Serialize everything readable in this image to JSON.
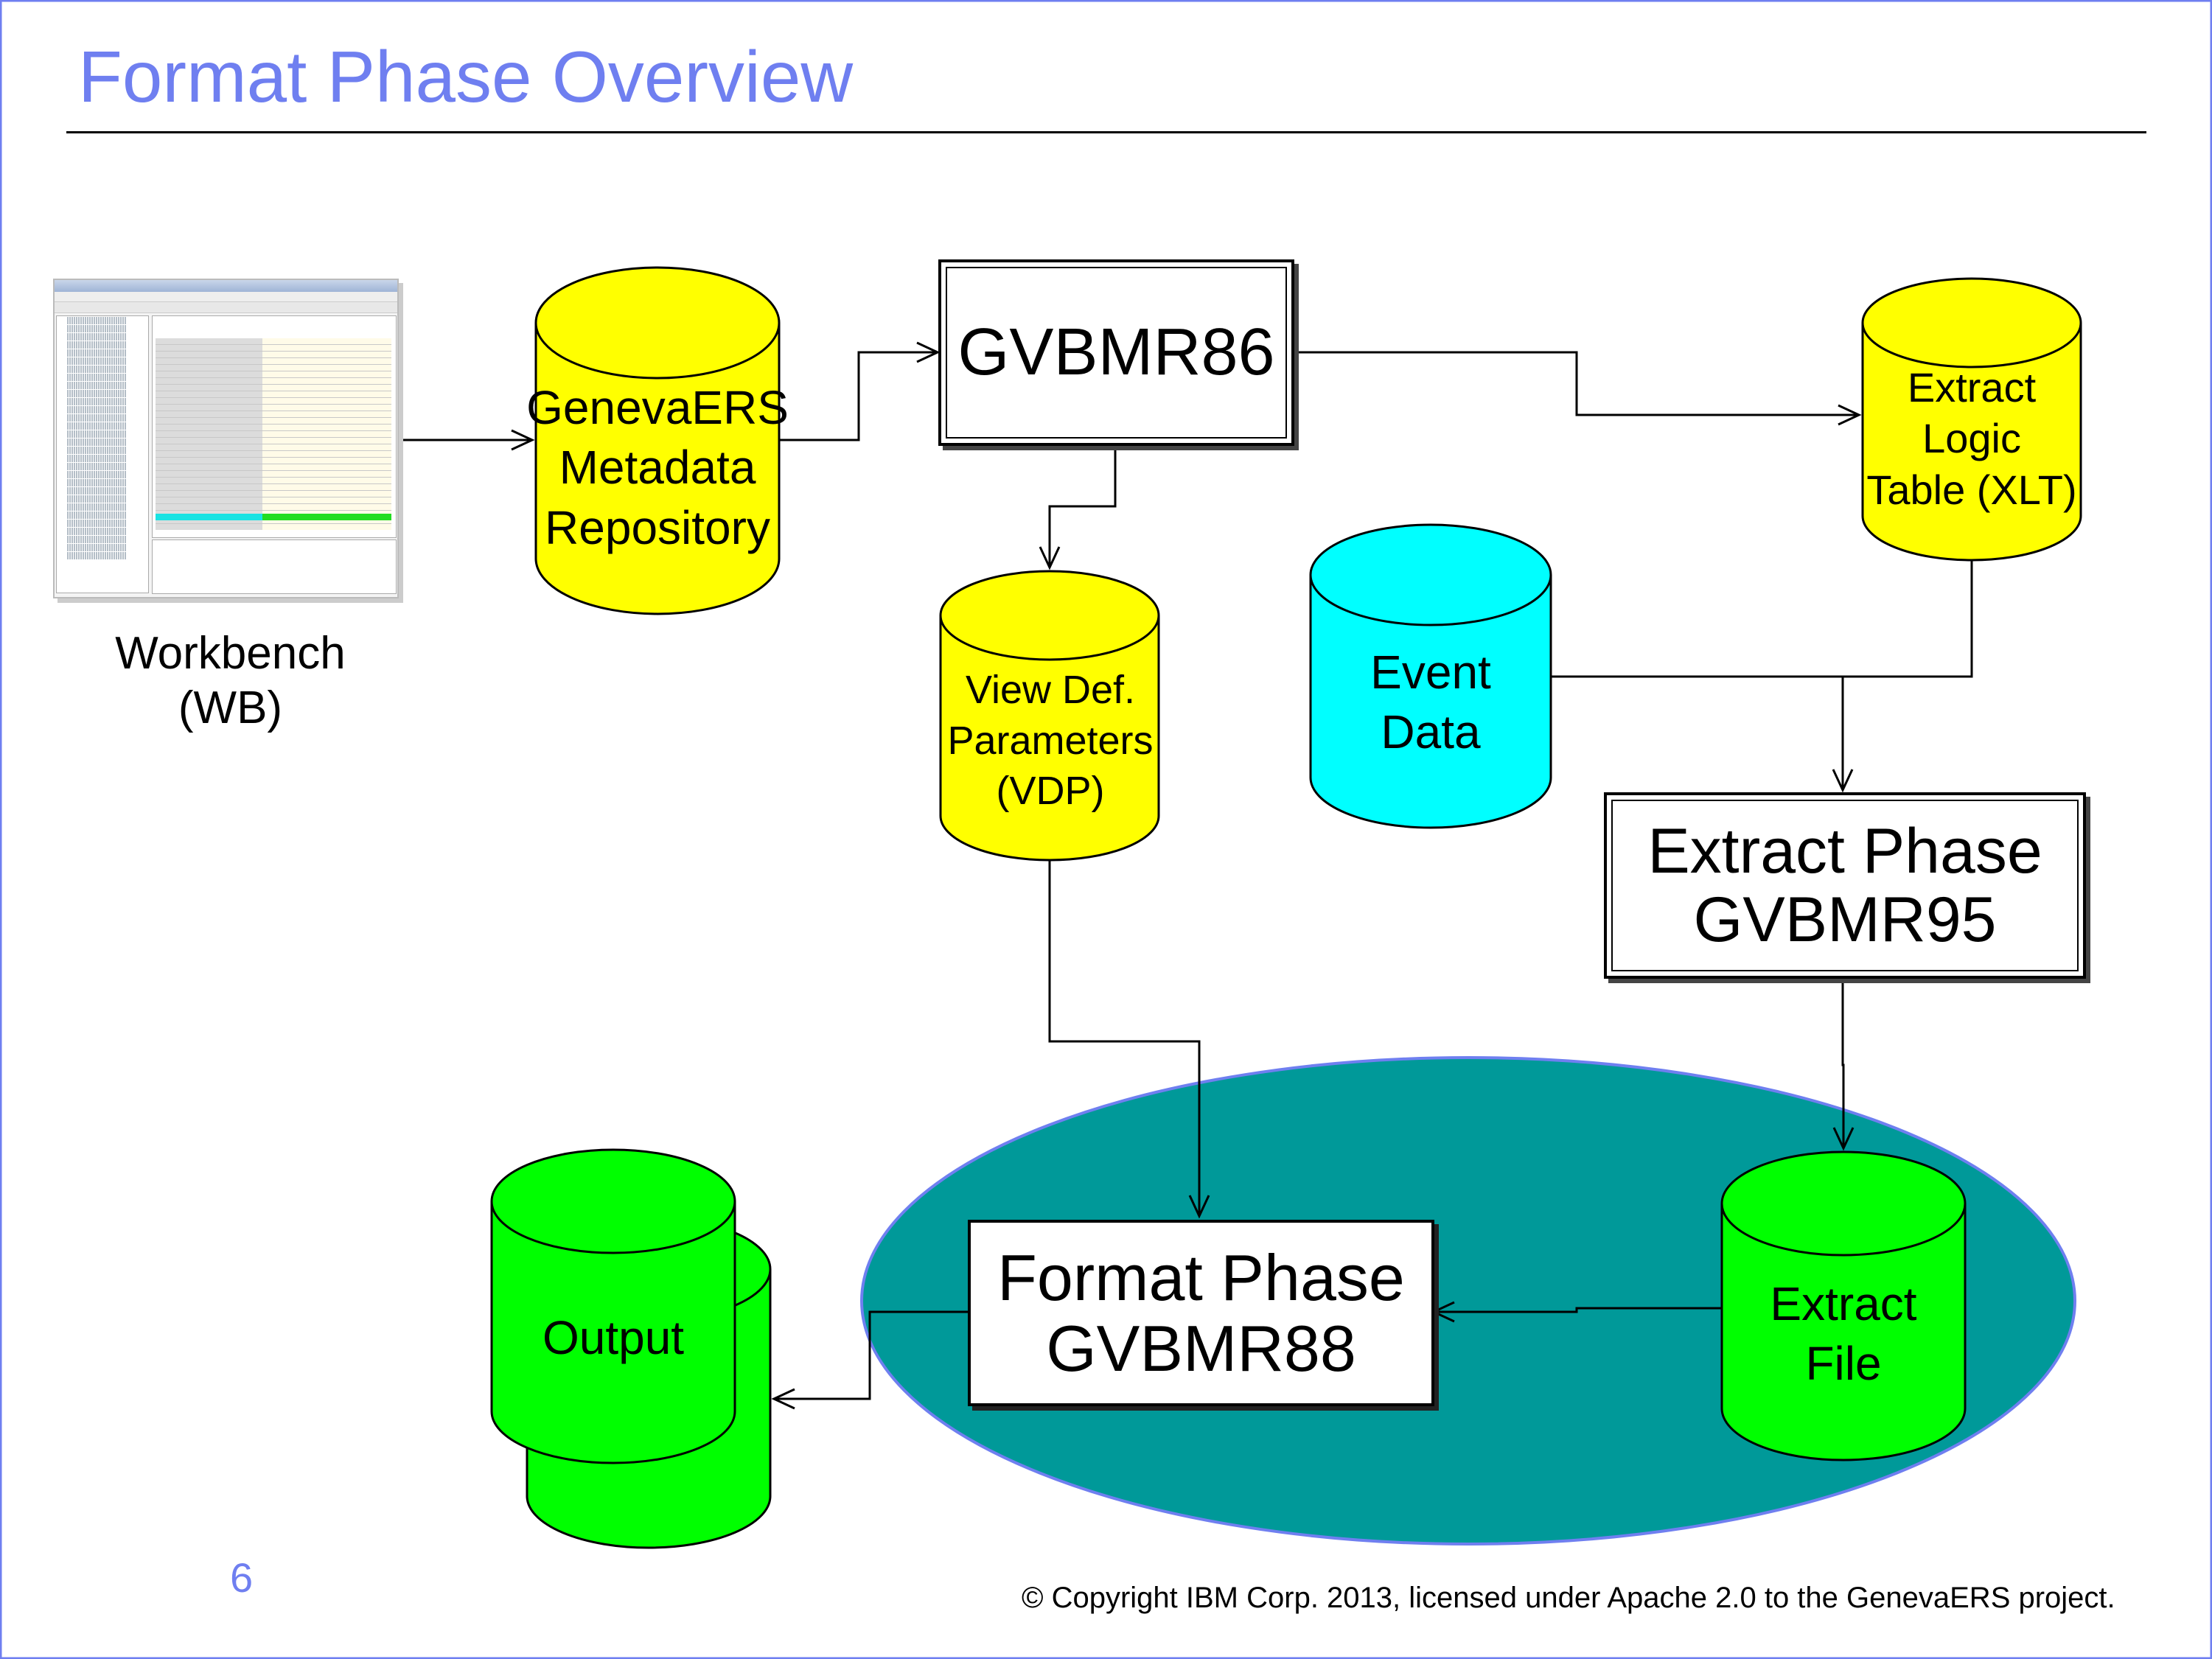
{
  "slide": {
    "title": "Format Phase Overview",
    "page_number": "6",
    "copyright": "© Copyright IBM Corp. 2013, licensed under Apache 2.0 to the GenevaERS project."
  },
  "workbench": {
    "line1": "Workbench",
    "line2": "(WB)"
  },
  "nodes": {
    "metadata_repo": {
      "line1": "GenevaERS",
      "line2": "Metadata",
      "line3": "Repository"
    },
    "gvbmr86": {
      "label": "GVBMR86"
    },
    "xlt": {
      "line1": "Extract",
      "line2": "Logic",
      "line3": "Table (XLT)"
    },
    "vdp": {
      "line1": "View Def.",
      "line2": "Parameters",
      "line3": "(VDP)"
    },
    "event_data": {
      "line1": "Event",
      "line2": "Data"
    },
    "extract_phase": {
      "line1": "Extract Phase",
      "line2": "GVBMR95"
    },
    "extract_file": {
      "line1": "Extract",
      "line2": "File"
    },
    "format_phase": {
      "line1": "Format Phase",
      "line2": "GVBMR88"
    },
    "output": {
      "label": "Output"
    }
  },
  "colors": {
    "title": "#6f7ff0",
    "yellow": "#ffff00",
    "cyan": "#00ffff",
    "green": "#00ff00",
    "teal_ellipse": "#009999"
  }
}
